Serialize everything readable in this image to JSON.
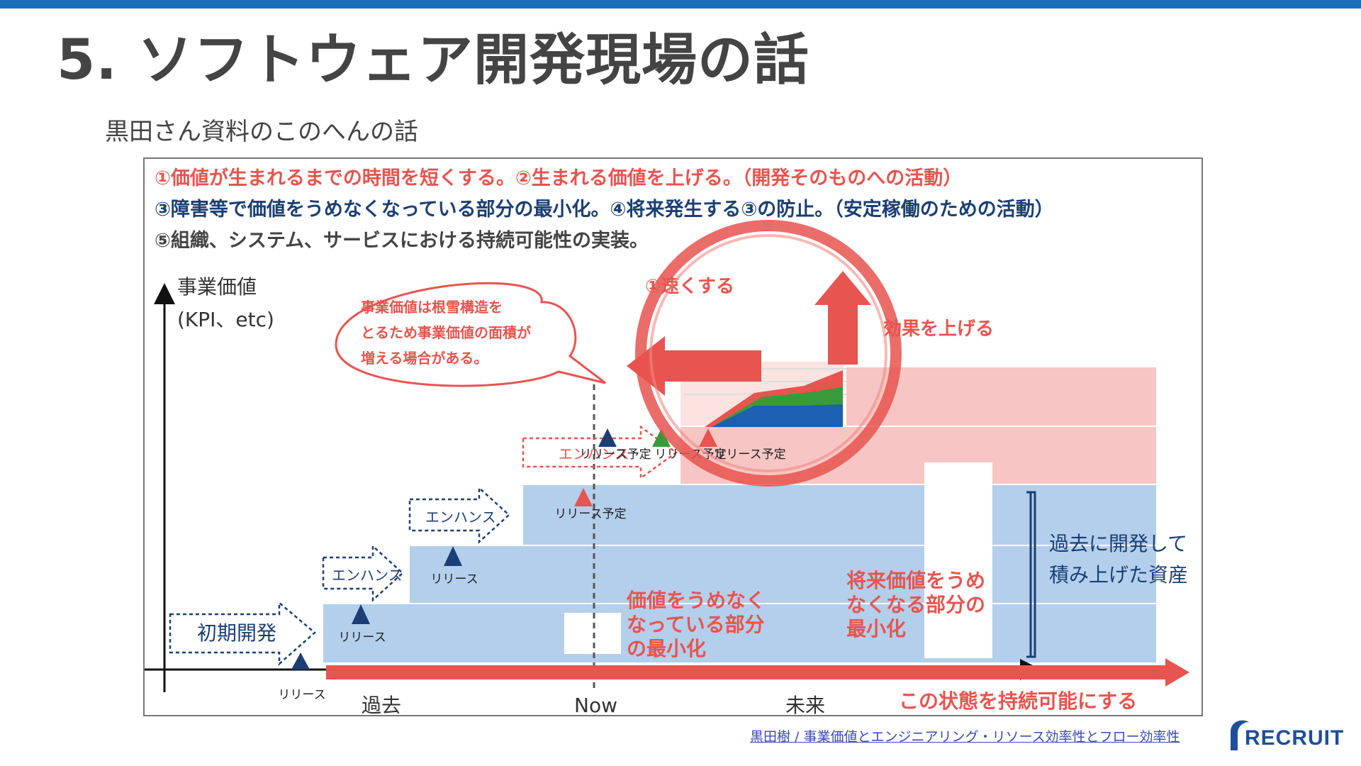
{
  "slide": {
    "title": "5. ソフトウェア開発現場の話",
    "subtitle": "黒田さん資料のこのへんの話",
    "credit": "黒田樹 / 事業価値とエンジニアリング・リソース効率性とフロー効率性",
    "logo_text": "RECRUIT",
    "accent_color": "#1a6fb9"
  },
  "figure": {
    "headline_1": "①価値が生まれるまでの時間を短くする。②生まれる価値を上げる。（開発そのものへの活動）",
    "headline_2": "③障害等で価値をうめなくなっている部分の最小化。④将来発生する③の防止。（安定稼働のための活動）",
    "headline_3": "⑤組織、システム、サービスにおける持続可能性の実装。",
    "y_axis_label_1": "事業価値",
    "y_axis_label_2": "(KPI、etc)",
    "speech_1": "事業価値は根雪構造を",
    "speech_2": "とるため事業価値の面積が",
    "speech_3": "増える場合がある。",
    "speed_label": "①速くする",
    "effect_label": "効果を上げる",
    "initial_dev": "初期開発",
    "enhance": "エンハンス",
    "release": "リリース",
    "release_planned": "リリース予定",
    "minimize_1": "価値をうめなく",
    "minimize_2": "なっている部分",
    "minimize_3": "の最小化",
    "future_1": "将来価値をうめ",
    "future_2": "なくなる部分の",
    "future_3": "最小化",
    "assets_1": "過去に開発して",
    "assets_2": "積み上げた資産",
    "past": "過去",
    "now": "Now",
    "future": "未来",
    "sustain": "この状態を持続可能にする",
    "colors": {
      "red": "#e8544f",
      "navy": "#1b3f74",
      "blue_block": "#b3cfec",
      "pink_block": "#f7c6c4",
      "green": "#3a9a3a",
      "blue": "#1d5fb0"
    }
  }
}
